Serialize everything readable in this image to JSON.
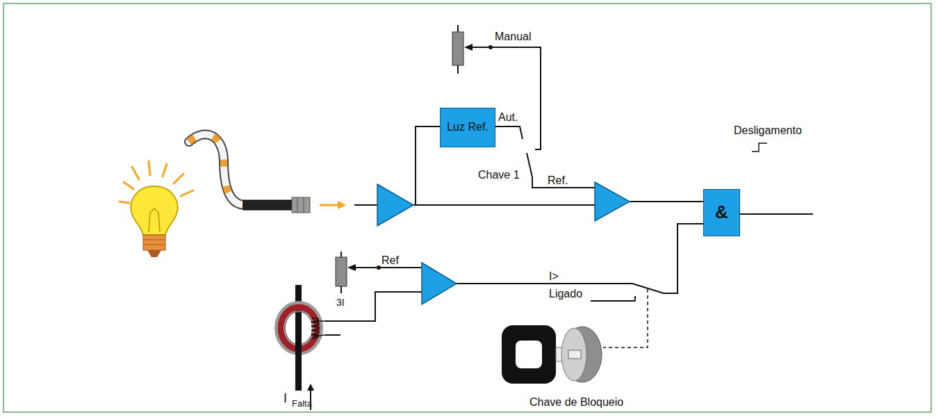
{
  "diagram": {
    "nodes": [
      {
        "text": [
          "Luz Ref."
        ]
      },
      {
        "text": [
          "&"
        ]
      }
    ],
    "labels": [
      "Manual",
      "Aut.",
      "Chave 1",
      "Ref.",
      "Desligamento",
      "Ref",
      "3I",
      "I>",
      "Ligado",
      "Chave de Bloqueio",
      "I",
      "Falta"
    ]
  }
}
